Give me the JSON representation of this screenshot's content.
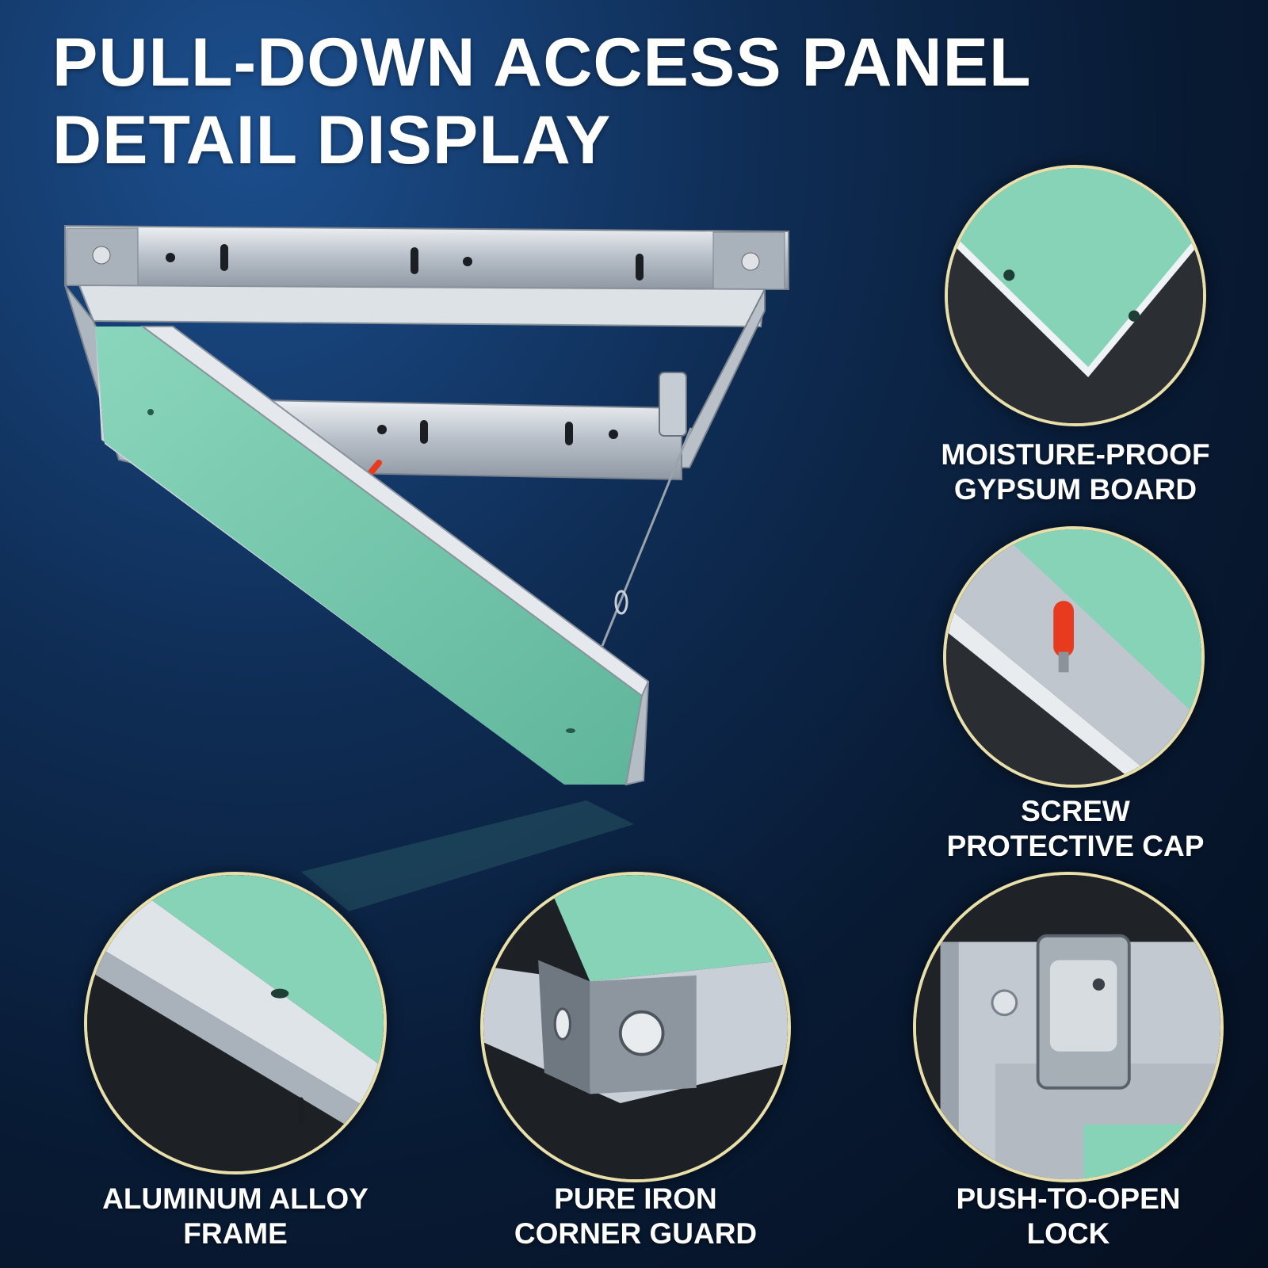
{
  "title": {
    "line1": "PULL-DOWN ACCESS PANEL",
    "line2": "DETAIL DISPLAY"
  },
  "colors": {
    "background": "#0f2d55",
    "gypsum_green": "#7fcdb4",
    "aluminum": "#c9cfd6",
    "circle_border": "#e9dfa8",
    "cap_red": "#e83a1f"
  },
  "features": [
    {
      "line1": "MOISTURE-PROOF",
      "line2": "GYPSUM BOARD"
    },
    {
      "line1": "SCREW",
      "line2": "PROTECTIVE CAP"
    },
    {
      "line1": "ALUMINUM ALLOY",
      "line2": "FRAME"
    },
    {
      "line1": "PURE IRON",
      "line2": "CORNER GUARD"
    },
    {
      "line1": "PUSH-TO-OPEN",
      "line2": "LOCK"
    }
  ]
}
